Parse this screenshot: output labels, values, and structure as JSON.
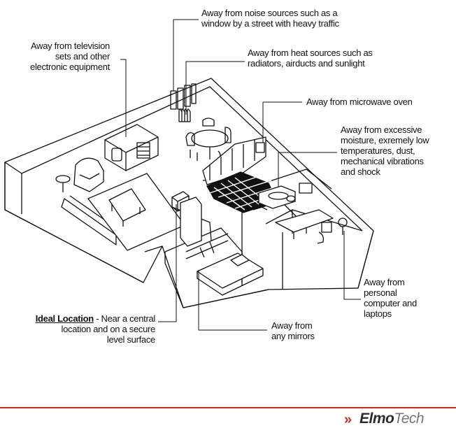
{
  "labels": {
    "noise": [
      "Away from noise sources such as a",
      "window by a street with heavy traffic"
    ],
    "tv": [
      "Away from television",
      "sets and other",
      "electronic equipment"
    ],
    "heat": [
      "Away from heat sources such as",
      "radiators, airducts and sunlight"
    ],
    "microwave": [
      "Away from microwave oven"
    ],
    "moisture": [
      "Away from excessive",
      "moisture, exremely low",
      "temperatures, dust,",
      "mechanical vibrations",
      "and  shock"
    ],
    "pc": [
      "Away from",
      "personal",
      "computer and",
      "laptops"
    ],
    "mirrors": [
      "Away from",
      "any mirrors"
    ],
    "ideal": {
      "title": "Ideal Location",
      "rest": " - Near a central",
      "lines": [
        "location and on a secure",
        "level surface"
      ]
    }
  },
  "footer": {
    "logo_mark": "»",
    "logo_a": "Elmo",
    "logo_b": "Tech",
    "rule_color": "#c62a2a"
  }
}
